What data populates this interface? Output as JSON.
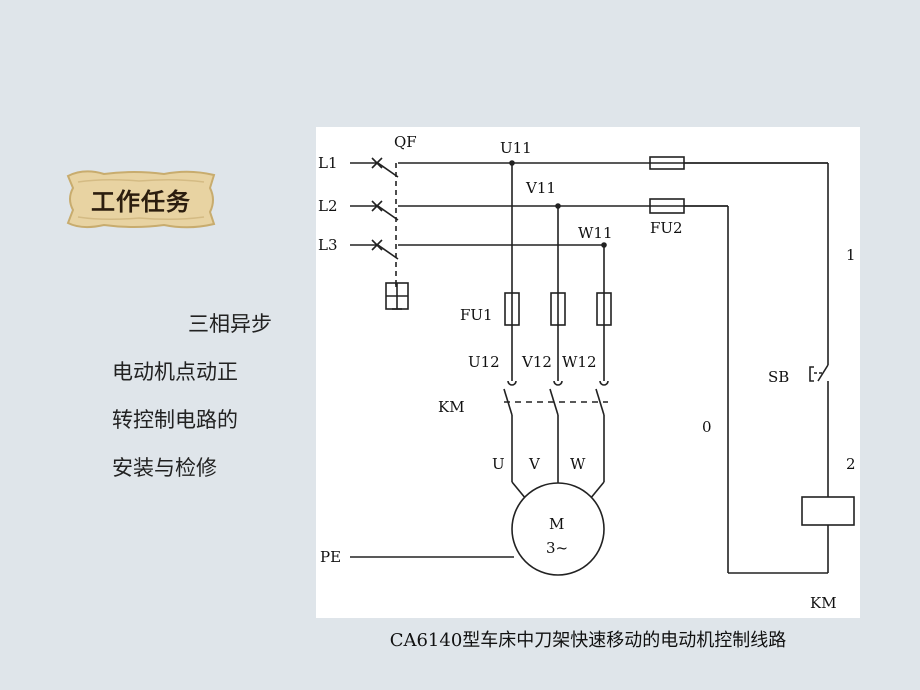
{
  "banner": {
    "label": "工作任务"
  },
  "description": {
    "lines": [
      "三相异步",
      "电动机点动正",
      "转控制电路的",
      "安装与检修"
    ]
  },
  "diagram": {
    "caption": "CA6140型车床中刀架快速移动的电动机控制线路",
    "labels": {
      "l1": "L1",
      "l2": "L2",
      "l3": "L3",
      "qf": "QF",
      "u11": "U11",
      "v11": "V11",
      "w11": "W11",
      "fu2": "FU2",
      "fu1": "FU1",
      "u12": "U12",
      "v12": "V12",
      "w12": "W12",
      "km": "KM",
      "u": "U",
      "v": "V",
      "w": "W",
      "motor_m": "M",
      "motor_3": "3~",
      "pe": "PE",
      "sb": "SB",
      "n1": "1",
      "n0": "0",
      "n2": "2",
      "km_coil": "KM"
    }
  }
}
